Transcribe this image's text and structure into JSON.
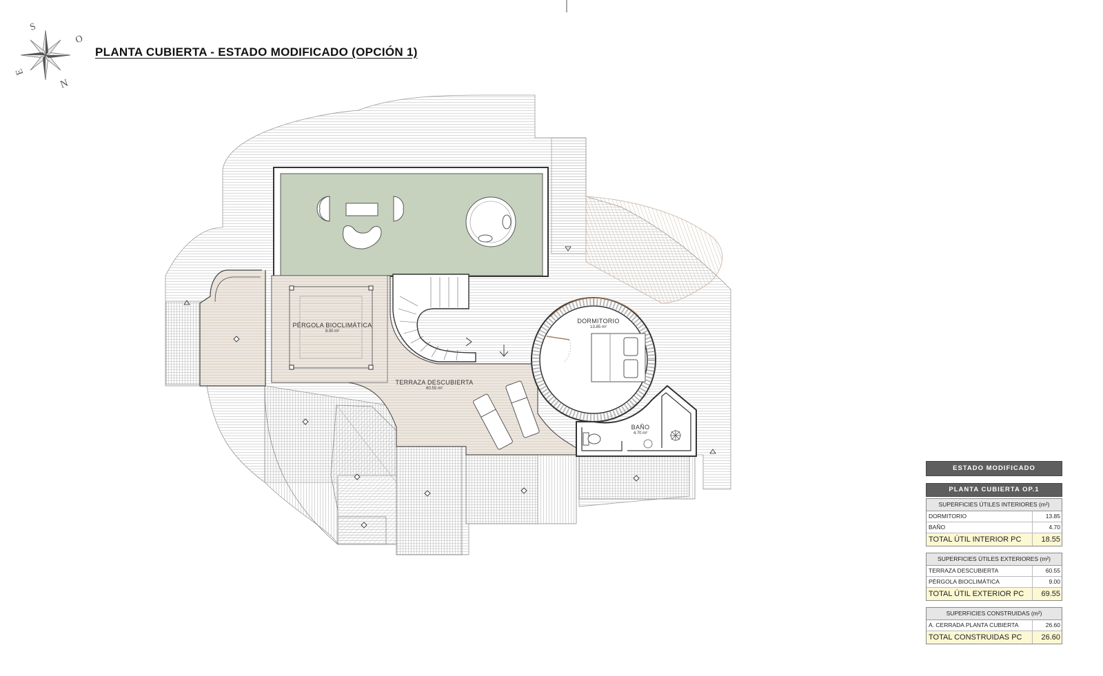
{
  "page": {
    "title": "PLANTA CUBIERTA - ESTADO MODIFICADO (OPCIÓN 1)"
  },
  "compass": {
    "n": "N",
    "s": "S",
    "e": "E",
    "o": "O"
  },
  "rooms": {
    "pergola": {
      "name": "PÉRGOLA BIOCLIMÁTICA",
      "area": "9.00 m²"
    },
    "terraza": {
      "name": "TERRAZA DESCUBIERTA",
      "area": "60.55 m²"
    },
    "dormitorio": {
      "name": "DORMITORIO",
      "area": "13.85 m²"
    },
    "bano": {
      "name": "BAÑO",
      "area": "4.70 m²"
    }
  },
  "colors": {
    "green_roof": "#c6d2bd",
    "deck": "#e9e3dc",
    "table_header": "#5e5e5e",
    "total_row": "#fbf8d2"
  },
  "summary": {
    "header": "ESTADO MODIFICADO",
    "subheader": "PLANTA CUBIERTA OP.1",
    "interior": {
      "title": "SUPERFICIES ÚTILES INTERIORES (m²)",
      "rows": [
        {
          "label": "DORMITORIO",
          "value": "13.85"
        },
        {
          "label": "BAÑO",
          "value": "4.70"
        }
      ],
      "total_label": "TOTAL ÚTIL INTERIOR PC",
      "total_value": "18.55"
    },
    "exterior": {
      "title": "SUPERFICIES ÚTILES EXTERIORES (m²)",
      "rows": [
        {
          "label": "TERRAZA DESCUBIERTA",
          "value": "60.55"
        },
        {
          "label": "PÉRGOLA BIOCLIMÁTICA",
          "value": "9.00"
        }
      ],
      "total_label": "TOTAL ÚTIL EXTERIOR PC",
      "total_value": "69.55"
    },
    "construidas": {
      "title": "SUPERFICIES CONSTRUIDAS (m²)",
      "rows": [
        {
          "label": "A. CERRADA PLANTA CUBIERTA",
          "value": "26.60"
        }
      ],
      "total_label": "TOTAL CONSTRUIDAS PC",
      "total_value": "26.60"
    }
  }
}
